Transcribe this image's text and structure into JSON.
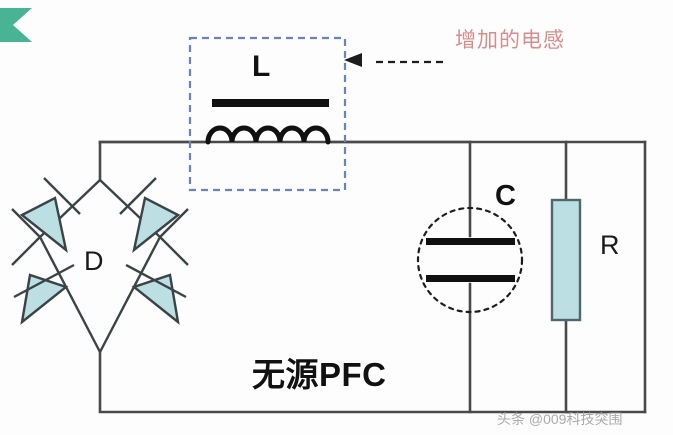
{
  "diagram": {
    "title_text": "无源PFC",
    "annotation": {
      "text": "增加的电感",
      "color": "#d98c8c"
    },
    "components": {
      "inductor": {
        "label": "L",
        "highlight_box_color": "#6b82c2"
      },
      "diode_bridge": {
        "label": "D",
        "fill_color": "#bcdfe4",
        "stroke_color": "#3a4446",
        "count": 4
      },
      "capacitor": {
        "label": "C",
        "outline_style": "dotted-circle"
      },
      "resistor": {
        "label": "R",
        "fill_color": "#bcdfe4",
        "stroke_color": "#53666b"
      }
    },
    "logo": {
      "name": "chevron-mark",
      "color": "#49b494"
    },
    "watermark": {
      "text": "头条 @009科技突围"
    },
    "wire_color": "#4a4a4a"
  }
}
